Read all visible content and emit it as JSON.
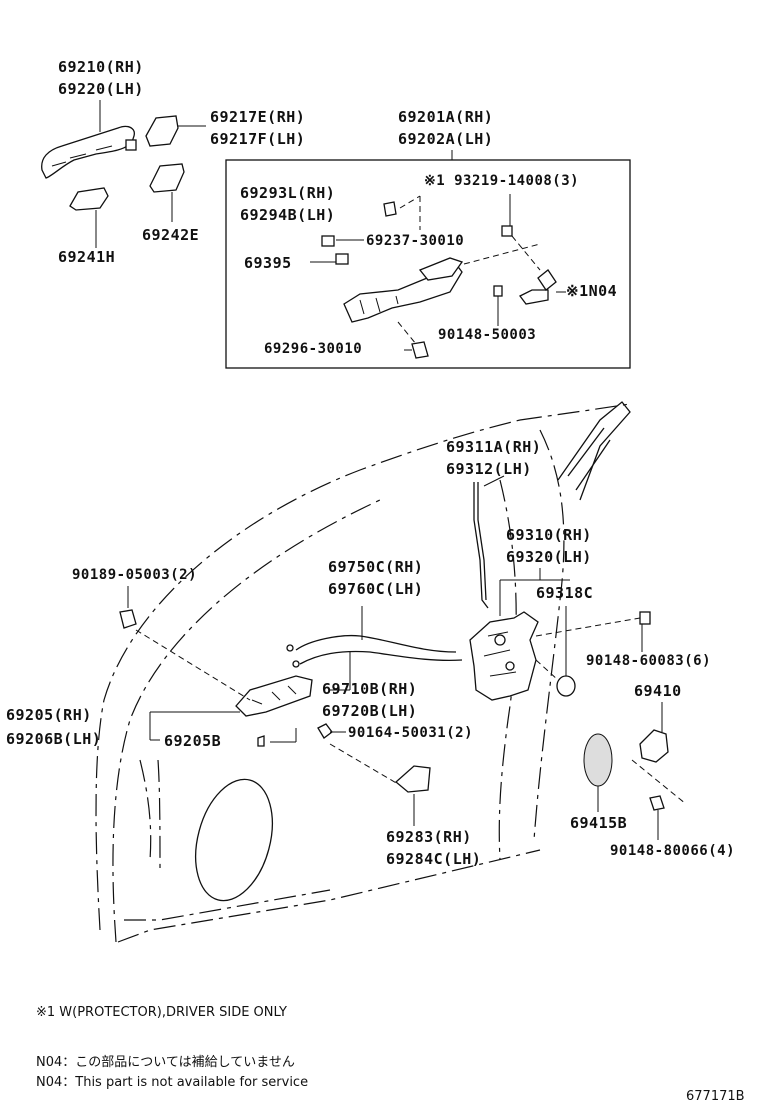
{
  "labels": {
    "p69210": "69210(RH)",
    "p69220": "69220(LH)",
    "p69217e": "69217E(RH)",
    "p69217f": "69217F(LH)",
    "p69241": "69241H",
    "p69242": "69242E",
    "p69201a": "69201A(RH)",
    "p69202a": "69202A(LH)",
    "p69293": "69293L(RH)",
    "p69294": "69294B(LH)",
    "p93219": "※1 93219-14008(3)",
    "p69237": "69237-30010",
    "p69395": "69395",
    "pN04": "※1N04",
    "p90148_50003": "90148-50003",
    "p69296": "69296-30010",
    "p69311a": "69311A(RH)",
    "p69312": "69312(LH)",
    "p69310": "69310(RH)",
    "p69320": "69320(LH)",
    "p90189": "90189-05003(2)",
    "p69750c": "69750C(RH)",
    "p69760c": "69760C(LH)",
    "p69318c": "69318C",
    "p90148_60083": "90148-60083(6)",
    "p69410": "69410",
    "p69710b": "69710B(RH)",
    "p69720b": "69720B(LH)",
    "p69205": "69205(RH)",
    "p69206b": "69206B(LH)",
    "p69205b": "69205B",
    "p90164": "90164-50031(2)",
    "p69283": "69283(RH)",
    "p69284c": "69284C(LH)",
    "p69415b": "69415B",
    "p90148_80066": "90148-80066(4)"
  },
  "notes": {
    "protector": "※1 W(PROTECTOR),DRIVER SIDE ONLY",
    "n04_jp": "N04：この部品については補給していません",
    "n04_en": "N04：This part is not available for service"
  },
  "figure_id": "677171B"
}
